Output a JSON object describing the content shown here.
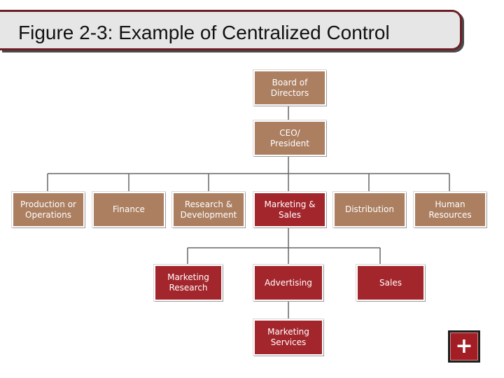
{
  "title": {
    "figure_label": "Figure 2-3:",
    "caption": "Example of Centralized Control"
  },
  "colors": {
    "standard_box": "#ac7f61",
    "highlight_box": "#a3262c",
    "title_border": "#6e1f26"
  },
  "org_chart": {
    "board": "Board of\nDirectors",
    "ceo": "CEO/\nPresident",
    "departments": [
      "Production or\nOperations",
      "Finance",
      "Research &\nDevelopment",
      "Marketing &\nSales",
      "Distribution",
      "Human\nResources"
    ],
    "marketing_units": [
      "Marketing\nResearch",
      "Advertising",
      "Sales"
    ],
    "marketing_services": "Marketing\nServices"
  },
  "nav": {
    "plus_icon": "plus-icon",
    "plus_label": "+"
  }
}
